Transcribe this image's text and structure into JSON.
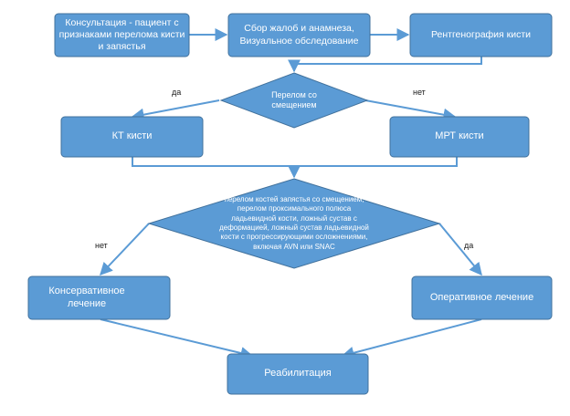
{
  "nodes": {
    "consultation": "Консультация - пациент с признаками перелома кисти и запястья",
    "complaints": "Сбор жалоб и анамнеза, Визуальное обследование",
    "xray": "Рентгенография кисти",
    "displacement": "Перелом со смещением",
    "ct": "КТ кисти",
    "mri": "МРТ кисти",
    "complex": "перелом костей запястья со смещением, перелом проксимального полюса ладьевидной кости, ложный сустав с деформацией, ложный сустав ладьевидной кости с прогрессирующими осложнениями, включая AVN или SNAC",
    "conservative": "Консервативное лечение",
    "surgical": "Оперативное лечение",
    "rehab": "Реабилитация"
  },
  "labels": {
    "yes_top": "да",
    "no_top": "нет",
    "no_bottom": "нет",
    "yes_bottom": "да"
  },
  "colors": {
    "fill": "#5b9bd5",
    "stroke": "#41719c",
    "text": "#ffffff"
  }
}
